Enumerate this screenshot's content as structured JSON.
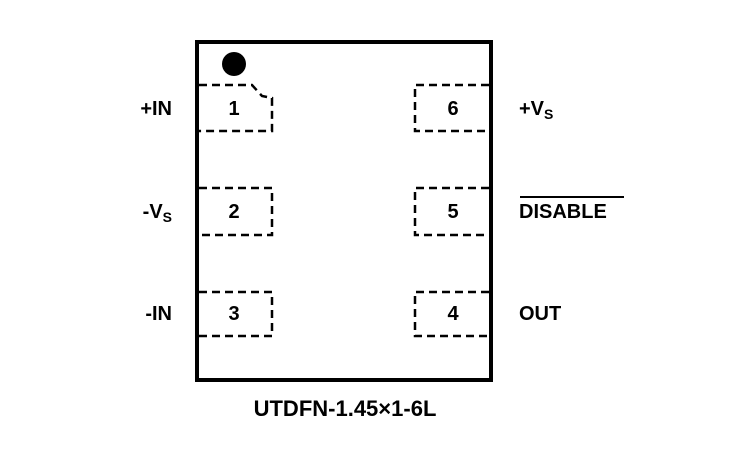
{
  "package_name": "UTDFN-1.45×1-6L",
  "pin1_marker": "filled-circle",
  "pins": [
    {
      "number": "1",
      "name": "+IN",
      "sub": "",
      "overline": false,
      "side": "left"
    },
    {
      "number": "2",
      "name": "-V",
      "sub": "S",
      "overline": false,
      "side": "left"
    },
    {
      "number": "3",
      "name": "-IN",
      "sub": "",
      "overline": false,
      "side": "left"
    },
    {
      "number": "4",
      "name": "OUT",
      "sub": "",
      "overline": false,
      "side": "right"
    },
    {
      "number": "5",
      "name": "DISABLE",
      "sub": "",
      "overline": true,
      "side": "right"
    },
    {
      "number": "6",
      "name": "+V",
      "sub": "S",
      "overline": false,
      "side": "right"
    }
  ]
}
